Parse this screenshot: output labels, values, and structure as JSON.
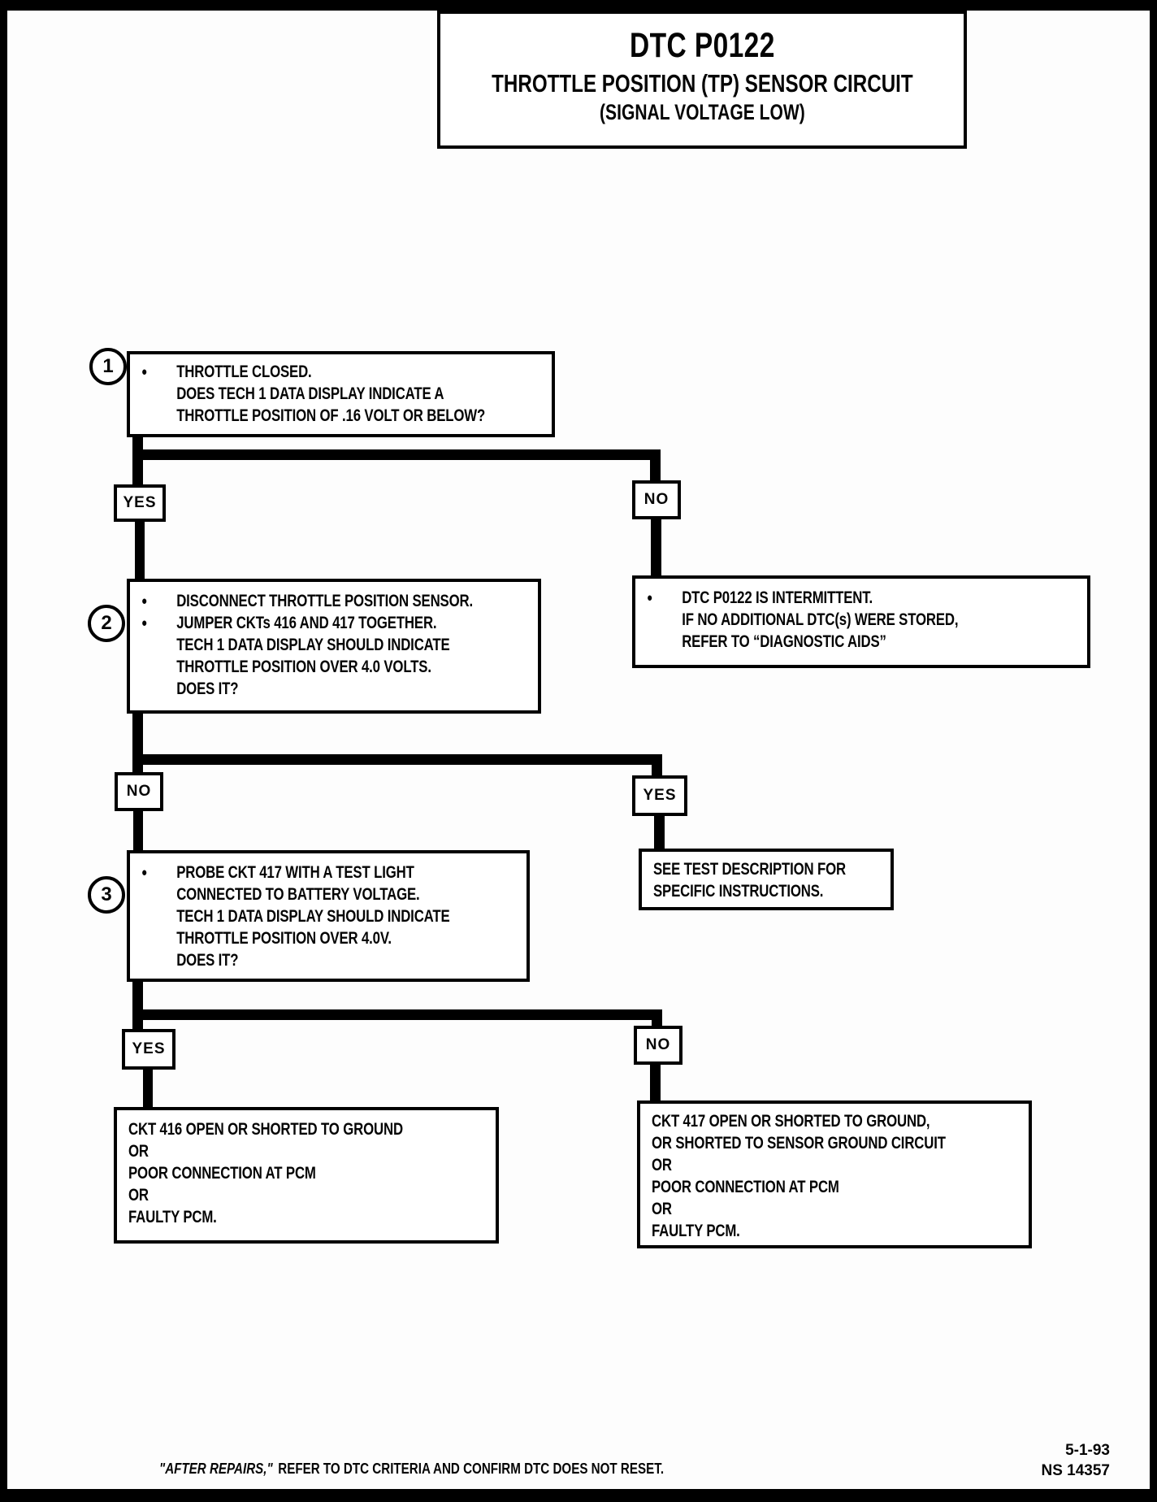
{
  "colors": {
    "ink": "#000000",
    "paper": "#ffffff"
  },
  "glyphs": {
    "bullet": "●"
  },
  "header": {
    "dtc_code": "DTC P0122",
    "title": "THROTTLE POSITION (TP) SENSOR CIRCUIT",
    "subtitle": "(SIGNAL VOLTAGE LOW)"
  },
  "step1": {
    "number": "1",
    "lines": [
      "THROTTLE CLOSED.",
      "DOES TECH 1 DATA DISPLAY INDICATE A",
      "THROTTLE POSITION OF .16 VOLT OR BELOW?"
    ],
    "left_branch": "YES",
    "right_branch": "NO"
  },
  "intermittent_box": {
    "lines": [
      "DTC P0122 IS INTERMITTENT.",
      "IF NO ADDITIONAL DTC(s) WERE STORED,",
      "REFER TO “DIAGNOSTIC AIDS”"
    ]
  },
  "step2": {
    "number": "2",
    "lines": [
      "DISCONNECT THROTTLE POSITION SENSOR.",
      "JUMPER CKTs 416 AND 417 TOGETHER.",
      "TECH 1 DATA DISPLAY SHOULD INDICATE",
      "THROTTLE POSITION OVER 4.0 VOLTS.",
      "DOES IT?"
    ],
    "left_branch": "NO",
    "right_branch": "YES"
  },
  "see_test_box": {
    "lines": [
      "SEE TEST DESCRIPTION FOR",
      "SPECIFIC INSTRUCTIONS."
    ]
  },
  "step3": {
    "number": "3",
    "lines": [
      "PROBE CKT 417 WITH A TEST LIGHT",
      "CONNECTED TO BATTERY VOLTAGE.",
      "TECH 1 DATA DISPLAY SHOULD INDICATE",
      "THROTTLE POSITION OVER 4.0V.",
      "DOES IT?"
    ],
    "left_branch": "YES",
    "right_branch": "NO"
  },
  "result_ckt416": {
    "lines": [
      "CKT 416 OPEN OR SHORTED TO GROUND",
      "OR",
      "POOR CONNECTION AT PCM",
      "OR",
      "FAULTY PCM."
    ]
  },
  "result_ckt417": {
    "lines": [
      "CKT 417 OPEN OR SHORTED TO GROUND,",
      "OR SHORTED TO SENSOR GROUND CIRCUIT",
      "OR",
      "POOR CONNECTION AT PCM",
      "OR",
      "FAULTY PCM."
    ]
  },
  "footer": {
    "note_quoted": "\"AFTER REPAIRS,\"",
    "note_rest": "REFER TO DTC CRITERIA AND CONFIRM DTC DOES NOT RESET.",
    "date": "5-1-93",
    "doc_number": "NS 14357"
  }
}
